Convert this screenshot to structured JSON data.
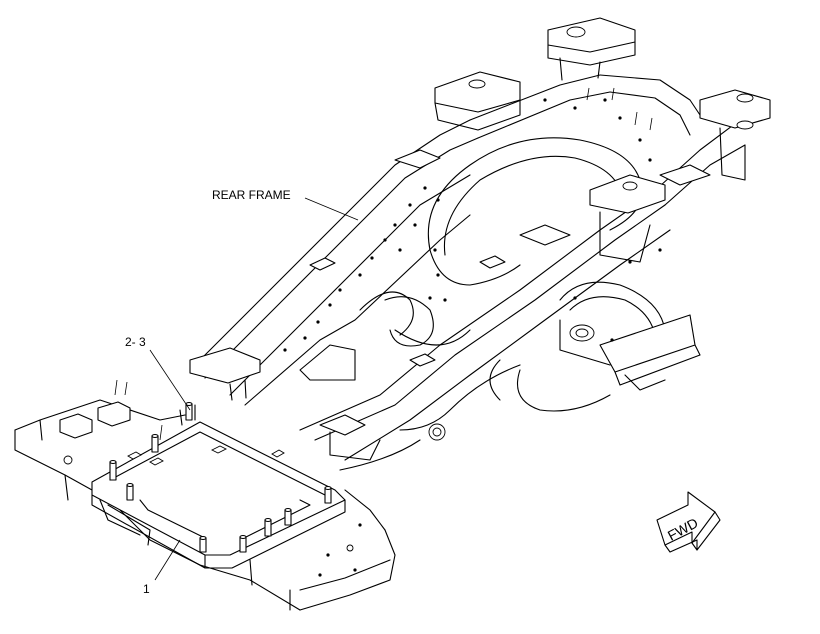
{
  "labels": {
    "rear_frame": "REAR FRAME",
    "callout_1": "1",
    "callout_2_3": "2- 3",
    "fwd": "FWD"
  }
}
